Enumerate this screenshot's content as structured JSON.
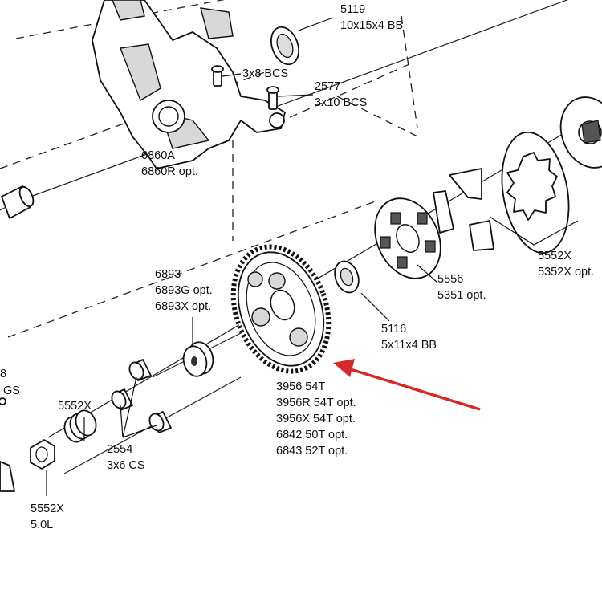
{
  "labels": {
    "bearing_5119": [
      "5119",
      "10x15x4 BB"
    ],
    "screw_3x8": [
      "3x8 BCS"
    ],
    "screw_2577": [
      "2577",
      "3x10 BCS"
    ],
    "mount_6860": [
      "6860A",
      "6860R opt."
    ],
    "clutch_shoes": [
      "5552X",
      "5352X opt."
    ],
    "clutch_bell": [
      "5556",
      "5351 opt."
    ],
    "bearing_5116": [
      "5116",
      "5x11x4 BB"
    ],
    "bushing_6893": [
      "6893",
      "6893G opt.",
      "6893X opt."
    ],
    "spur_gear": [
      "3956 54T",
      "3956R 54T opt.",
      "3956X 54T opt.",
      "6842 50T opt.",
      "6843 52T opt."
    ],
    "spring_5552x": [
      "5552X"
    ],
    "screws_2554": [
      "2554",
      "3x6 CS"
    ],
    "nut_5552x": [
      "5552X",
      "5.0L"
    ],
    "cut_left_a": [
      "8"
    ],
    "cut_left_b": [
      "GS"
    ]
  },
  "colors": {
    "ink": "#111111",
    "arrow": "#d42a2a",
    "background": "#ffffff"
  }
}
